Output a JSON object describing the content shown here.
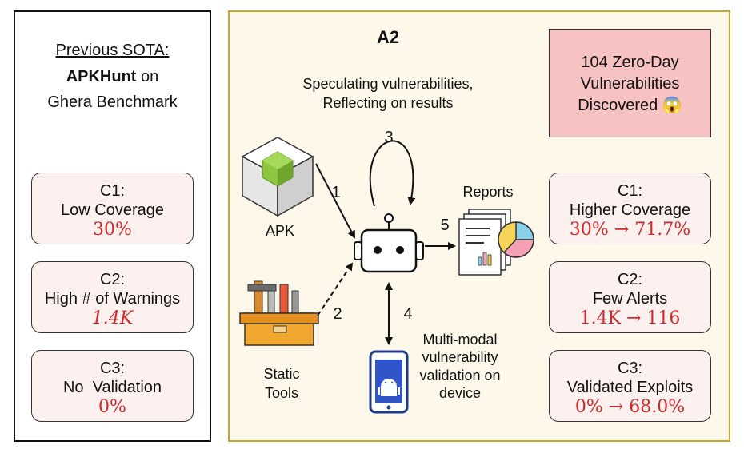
{
  "left": {
    "heading_line1": "Previous SOTA:",
    "heading_bold": "APKHunt",
    "heading_on": " on",
    "heading_line3": "Ghera Benchmark",
    "cards": [
      {
        "label": "C1:",
        "desc": "Low Coverage",
        "value": "30%"
      },
      {
        "label": "C2:",
        "desc": "High # of Warnings",
        "value": "1.4K"
      },
      {
        "label": "C3:",
        "desc": "No  Validation",
        "value": "0%"
      }
    ]
  },
  "right": {
    "title": "A2",
    "speculating_line1": "Speculating vulnerabilities,",
    "speculating_line2": "Reflecting on results",
    "zero_day_line1": "104 Zero-Day",
    "zero_day_line2": "Vulnerabilities",
    "zero_day_line3": "Discovered",
    "zero_day_emoji": "😱",
    "apk_label": "APK",
    "static_tools_line1": "Static",
    "static_tools_line2": "Tools",
    "reports_label": "Reports",
    "multimodal_line1": "Multi-modal",
    "multimodal_line2": "vulnerability",
    "multimodal_line3": "validation on",
    "multimodal_line4": "device",
    "steps": [
      "1",
      "2",
      "3",
      "4",
      "5"
    ],
    "cards": [
      {
        "label": "C1:",
        "desc": "Higher Coverage",
        "value": "30% → 71.7%"
      },
      {
        "label": "C2:",
        "desc": "Few Alerts",
        "value": "1.4K → 116"
      },
      {
        "label": "C3:",
        "desc": "Validated Exploits",
        "value": "0% → 68.0%"
      }
    ]
  },
  "colors": {
    "right_border": "#c9a52a",
    "right_bg": "#fdf8ea",
    "card_bg": "#fdf1ef",
    "value_red": "#d22a2a",
    "zero_day_bg": "#f6c2c2",
    "apk_green": "#8dc63f",
    "phone_blue": "#1e3a8a",
    "toolbox_orange": "#f0a830"
  },
  "icons": [
    "apk-cube-icon",
    "robot-icon",
    "toolbox-icon",
    "phone-android-icon",
    "report-chart-icon"
  ]
}
